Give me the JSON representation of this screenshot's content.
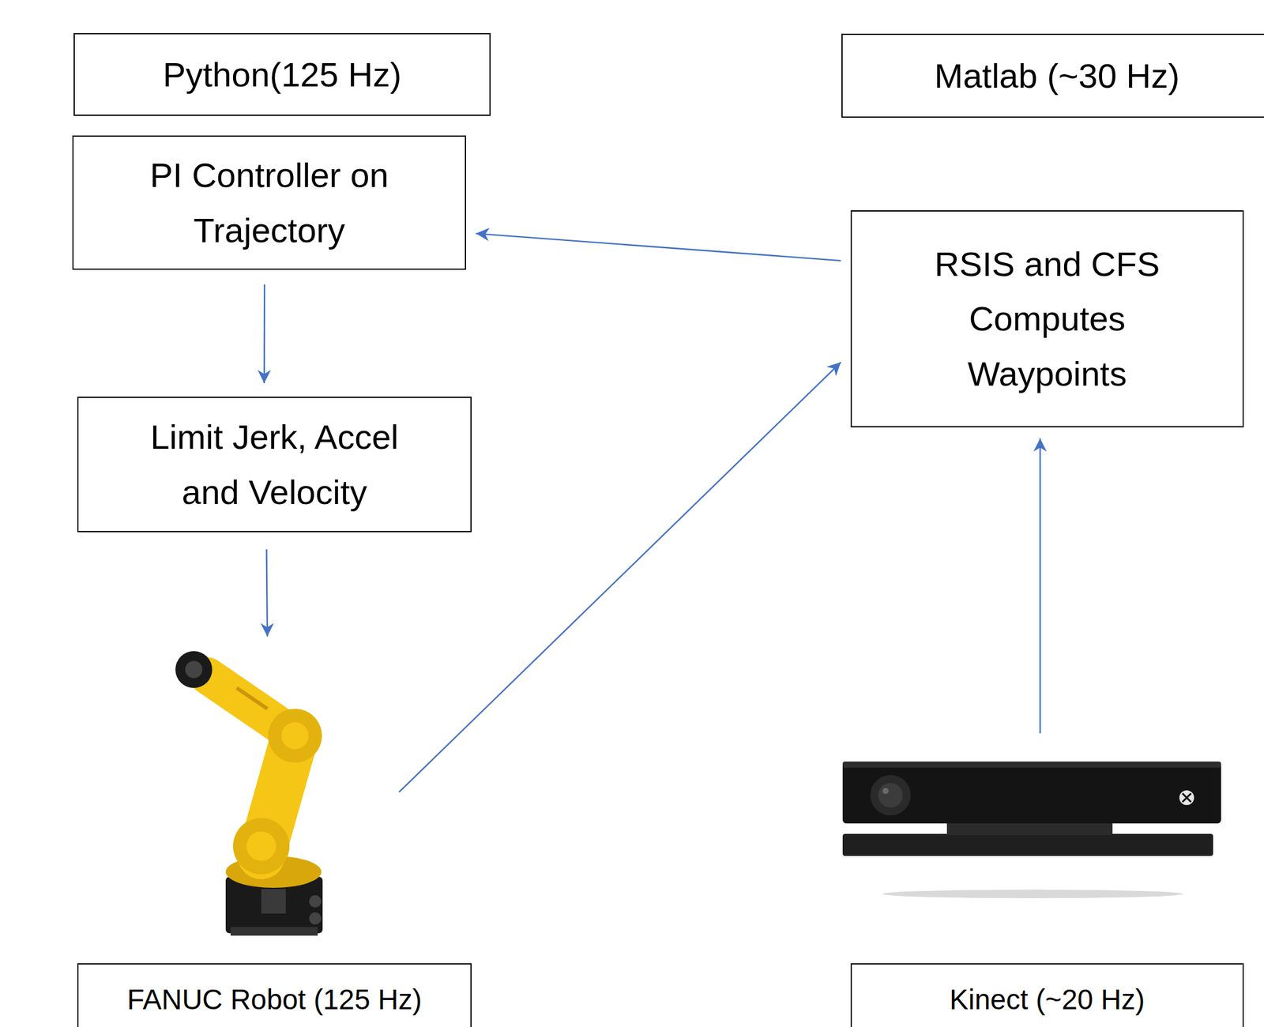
{
  "diagram": {
    "nodes": [
      {
        "text": [
          "Python(125 Hz)"
        ]
      },
      {
        "text": [
          "PI Controller on Trajectory"
        ],
        "in": 0
      },
      {
        "text": [
          "Limit Jerk, Accel and Velocity"
        ],
        "in": 0
      },
      {
        "text": [
          "Matlab (~30 Hz)"
        ]
      },
      {
        "text": [
          "RSIS and CFS Computes Waypoints"
        ],
        "in": 3
      },
      {
        "text": [
          "FANUC Robot (125 Hz)"
        ]
      },
      {
        "text": [
          "Kinect (~20 Hz)"
        ]
      }
    ],
    "edges": [
      {
        "from": 4,
        "to": 1,
        "arrow": "to"
      },
      {
        "from": 1,
        "to": 2,
        "arrow": "to"
      },
      {
        "from": 2,
        "to": 5,
        "arrow": "to"
      },
      {
        "from": 5,
        "to": 4,
        "arrow": "to"
      },
      {
        "from": 6,
        "to": 4,
        "arrow": "to"
      }
    ]
  }
}
